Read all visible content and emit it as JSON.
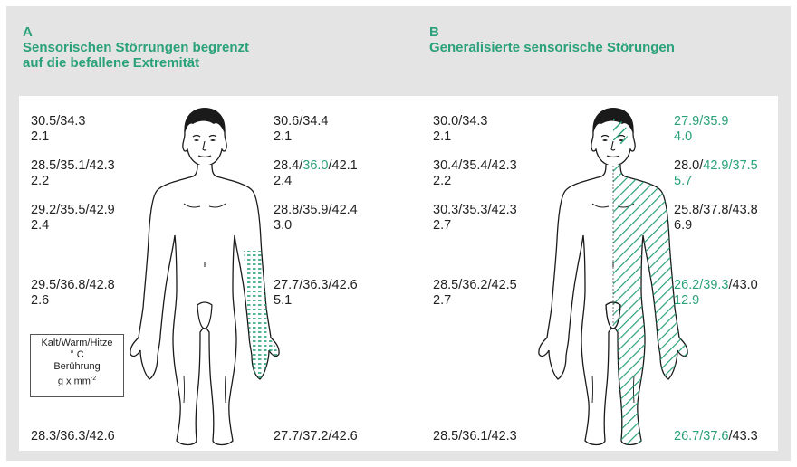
{
  "panel_a": {
    "letter": "A",
    "title_line1": "Sensorischen Störrungen begrenzt",
    "title_line2": "auf die befallene Extremität",
    "left": [
      {
        "line1": "30.5/34.3",
        "line2": "2.1"
      },
      {
        "line1": "28.5/35.1/42.3",
        "line2": "2.2"
      },
      {
        "line1": "29.2/35.5/42.9",
        "line2": "2.4"
      },
      {
        "line1": "29.5/36.8/42.8",
        "line2": "2.6"
      },
      {
        "line1": "28.3/36.3/42.6",
        "line2": ""
      }
    ],
    "right": [
      {
        "line1_parts": [
          "30.6/34.4",
          "",
          ""
        ],
        "line2": "2.1"
      },
      {
        "line1_parts": [
          "28.4/",
          "36.0",
          "/42.1"
        ],
        "line2": "2.4"
      },
      {
        "line1_parts": [
          "28.8/35.9/42.4",
          "",
          ""
        ],
        "line2": "3.0"
      },
      {
        "line1_parts": [
          "27.7/36.3/42.6",
          "",
          ""
        ],
        "line2": "5.1"
      },
      {
        "line1_parts": [
          "27.7/37.2/42.6",
          "",
          ""
        ],
        "line2": ""
      }
    ]
  },
  "panel_b": {
    "letter": "B",
    "title_line1": "Generalisierte sensorische Störungen",
    "left": [
      {
        "line1": "30.0/34.3",
        "line2": "2.1"
      },
      {
        "line1": "30.4/35.4/42.3",
        "line2": "2.2"
      },
      {
        "line1": "30.3/35.3/42.3",
        "line2": "2.7"
      },
      {
        "line1": "28.5/36.2/42.5",
        "line2": "2.7"
      },
      {
        "line1": "28.5/36.1/42.3",
        "line2": ""
      }
    ],
    "right": [
      {
        "line1_g": "27.9/35.9",
        "line1_b": "",
        "line2": "4.0",
        "line2_green": true
      },
      {
        "line1_g": "",
        "line1_pre": "28.0/",
        "line1_mid": "42.9/37.5",
        "line2": "5.7",
        "line2_green": true
      },
      {
        "line1_g": "",
        "line1_pre": "25.8/37.8/43.8",
        "line1_mid": "",
        "line2": "6.9",
        "line2_green": false
      },
      {
        "line1_g": "26.2/39.3",
        "line1_b": "/43.0",
        "line2": "12.9",
        "line2_green": true
      },
      {
        "line1_g": "26.7/37.6",
        "line1_b": "/43.3",
        "line2": "",
        "line2_green": false
      }
    ]
  },
  "legend": {
    "line1": "Kalt/Warm/Hitze",
    "line2": "° C",
    "line3": "Berührung",
    "line4": "g x mm",
    "line4_sup": "-2"
  },
  "colors": {
    "accent": "#2aa17a",
    "frame_bg": "#e4e4e4",
    "panel_bg": "#ffffff",
    "text": "#222222"
  }
}
